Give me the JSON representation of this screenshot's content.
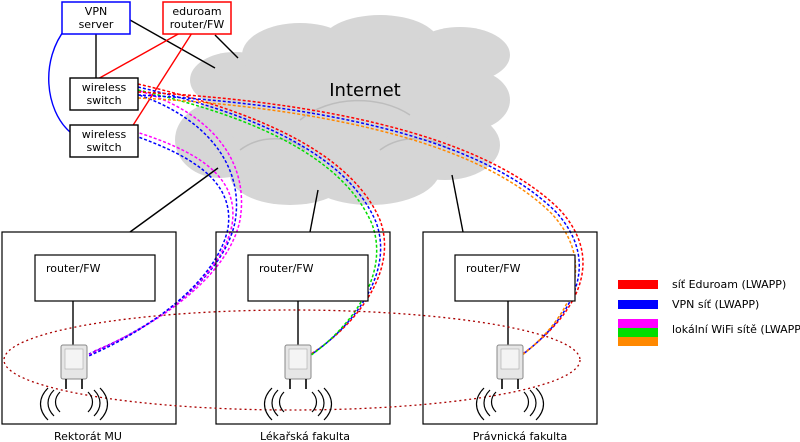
{
  "nodes": {
    "vpn_server": [
      "VPN",
      "server"
    ],
    "eduroam_router": [
      "eduroam",
      "router/FW"
    ],
    "wireless_switch_1": [
      "wireless",
      "switch"
    ],
    "wireless_switch_2": [
      "wireless",
      "switch"
    ],
    "internet": "Internet"
  },
  "sites": [
    {
      "name": "Rektorát MU",
      "router": "router/FW"
    },
    {
      "name": "Lékařská fakulta",
      "router": "router/FW"
    },
    {
      "name": "Právnická fakulta",
      "router": "router/FW"
    }
  ],
  "legend": [
    {
      "label": "síť Eduroam (LWAPP)",
      "colors": [
        "#ff0000"
      ]
    },
    {
      "label": "VPN síť  (LWAPP)",
      "colors": [
        "#0000ff"
      ]
    },
    {
      "label": "lokální WiFi sítě (LWAPP)",
      "colors": [
        "#ff00ff",
        "#00dd00",
        "#ff8800"
      ]
    }
  ],
  "colors": {
    "eduroam": "#ff0000",
    "vpn": "#0000ff",
    "local_1": "#ff00ff",
    "local_2": "#00dd00",
    "local_3": "#ff8800",
    "ellipse": "#aa0000",
    "cloud": "#d4d4d4"
  }
}
